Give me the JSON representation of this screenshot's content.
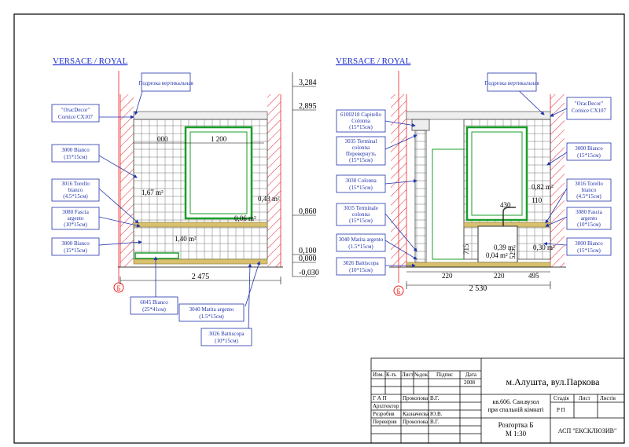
{
  "left_view": {
    "collection": "VERSACE / ROYAL",
    "section_tag": "Подрезка вертикальная",
    "cornice": [
      "\"OracDecor\"",
      "Cornice CX107"
    ],
    "tile_top": [
      "3000 Bianco",
      "(15*15см)"
    ],
    "torello": [
      "3016 Torello",
      "bianco",
      "(4.5*15см)"
    ],
    "fascia": [
      "3080 Fascia",
      "argento",
      "(10*15см)"
    ],
    "tile_bottom": [
      "3000 Bianco",
      "(15*15см)"
    ],
    "floor_tile": [
      "6045 Bianco",
      "(25*41см)"
    ],
    "matita": [
      "3040 Matita argento",
      "(1.5*15см)"
    ],
    "battiscopa": [
      "3026 Battiscopa",
      "(10*15см)"
    ],
    "elev_top": "3,284",
    "elev_ceiling": "2,895",
    "elev_fascia": "0,860",
    "elev_base": "0,100",
    "elev_zero": "0,000",
    "elev_floor": "-0,030",
    "width_total": "2 475",
    "dim_mirror": "1 200",
    "dim_left": "000",
    "area_1": "1,67 m²",
    "area_2": "0,43 m²",
    "area_3": "0,06 m²",
    "area_4": "1,40 m²",
    "axis": "Б"
  },
  "right_view": {
    "collection": "VERSACE / ROYAL",
    "section_tag": "Подрезка вертикальная",
    "capitello": [
      "6100218 Capitello",
      "Colonna",
      "(15*15см)"
    ],
    "terminal_top": [
      "3035 Terminal",
      "colonna",
      "Перевернуть",
      "(15*15см)"
    ],
    "colonna": [
      "3030 Colonna",
      "(15*15см)"
    ],
    "terminal_bottom": [
      "3035 Terminale",
      "colonna",
      "(15*15см)"
    ],
    "matita": [
      "3040 Matita argento",
      "(1.5*15см)"
    ],
    "battiscopa": [
      "3026 Battiscopa",
      "(10*15см)"
    ],
    "cornice": [
      "\"OracDecor\"",
      "Cornice CX107"
    ],
    "tile_top": [
      "3000 Bianco",
      "(15*15см)"
    ],
    "torello": [
      "3016 Torello",
      "bianco",
      "(4.5*15см)"
    ],
    "fascia": [
      "3080 Fascia",
      "argento",
      "(10*15см)"
    ],
    "tile_bottom": [
      "3000 Bianco",
      "(15*15см)"
    ],
    "dim_430": "430",
    "dim_110": "110",
    "dim_715": "715",
    "dim_525": "525",
    "dim_220a": "220",
    "dim_220b": "220",
    "dim_495": "495",
    "width_total": "2 530",
    "area_1": "0,82 m²",
    "area_2": "0,39 m²",
    "area_3": "0,30 m²",
    "area_4": "0,04 m²",
    "axis": "Б"
  },
  "title_block": {
    "headers": [
      "Изм.",
      "К-ть",
      "Лист",
      "№док",
      "Підпис",
      "Дата"
    ],
    "year": "2008",
    "roles": [
      {
        "role": "Г А П",
        "name": "Прокопова",
        "initials": "В.Г."
      },
      {
        "role": "Архітектор",
        "name": "",
        "initials": ""
      },
      {
        "role": "Розробив",
        "name": "Казначеєва",
        "initials": "Ю.В."
      },
      {
        "role": "Перевірив",
        "name": "Прокопова",
        "initials": "В.Г."
      }
    ],
    "project": "м.Алушта, вул.Паркова",
    "subject": [
      "кв.606. Сан.вузол",
      "при спальній кімнаті"
    ],
    "sheet_title": [
      "Розгортка Б",
      "М 1:30"
    ],
    "stage_headers": [
      "Стадія",
      "Лист",
      "Листів"
    ],
    "stage": "Р П",
    "company": "АСП \"ЕКСКЛЮЗИВ\""
  }
}
